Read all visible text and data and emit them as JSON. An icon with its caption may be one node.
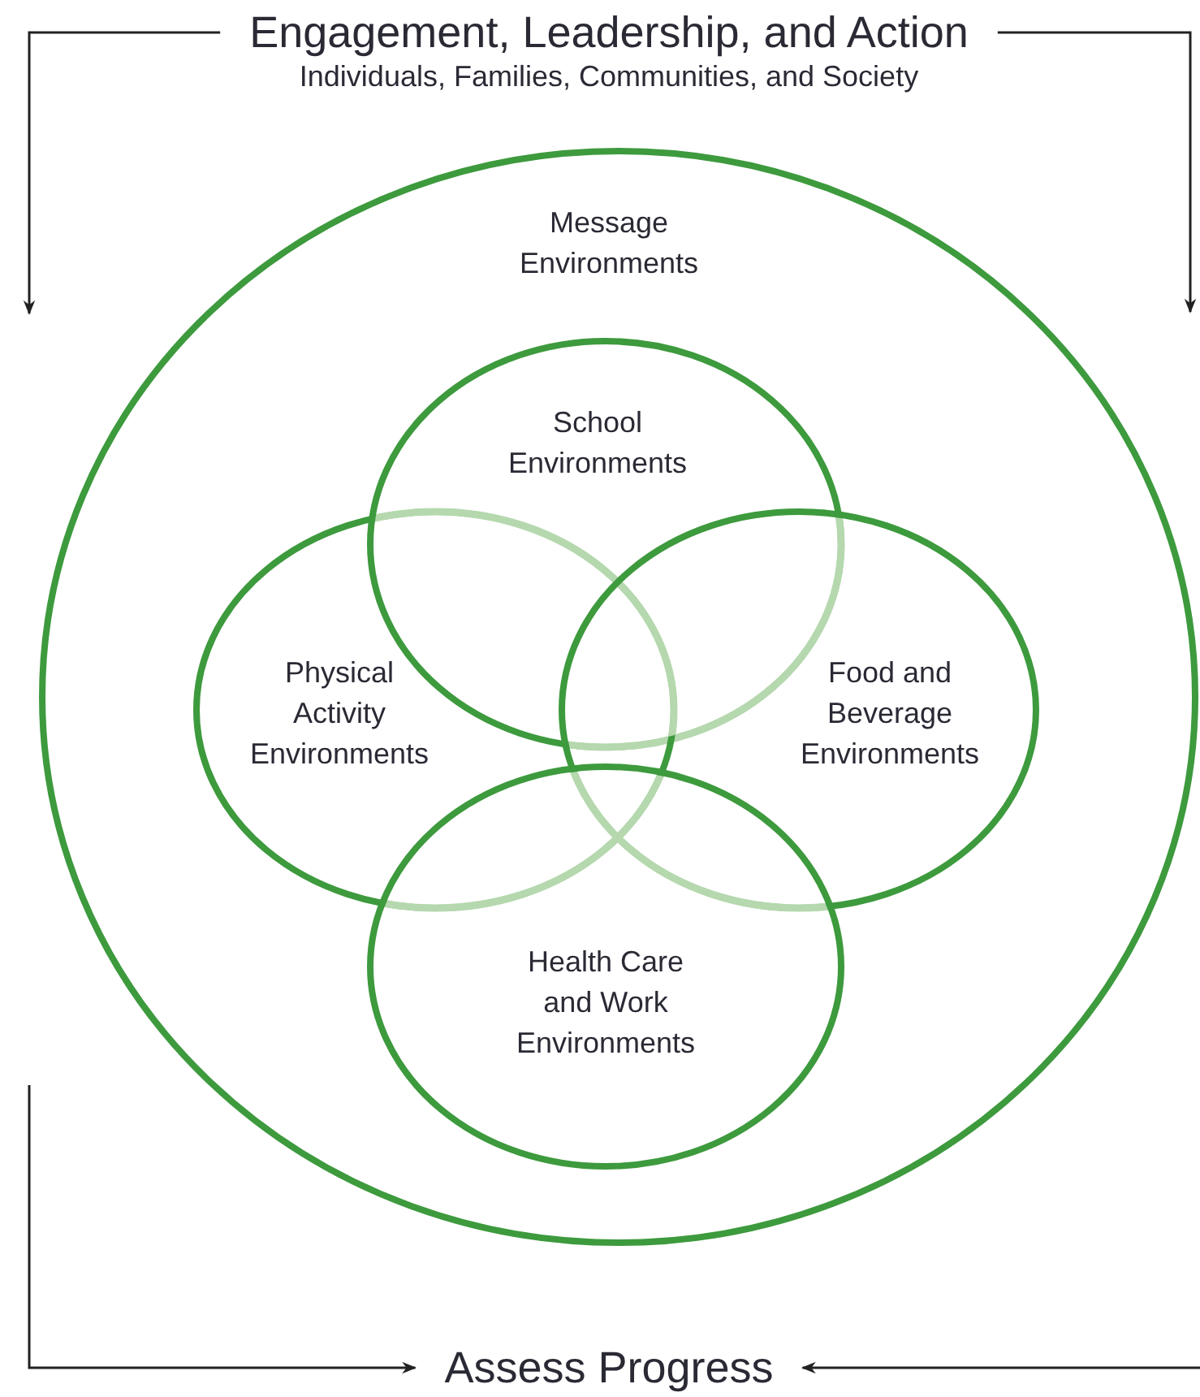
{
  "diagram": {
    "nodes": [
      {
        "text": [
          "Engagement, Leadership, and Action",
          "Individuals, Families, Communities, and Society"
        ]
      },
      {
        "text": [
          "Assess Progress"
        ]
      },
      {
        "text": [
          "Message Environments"
        ]
      },
      {
        "text": [
          "School Environments"
        ],
        "in": 2
      },
      {
        "text": [
          "Physical Activity Environments"
        ],
        "in": 2
      },
      {
        "text": [
          "Food and Beverage Environments"
        ],
        "in": 2
      },
      {
        "text": [
          "Health Care and Work Environments"
        ],
        "in": 2
      }
    ],
    "edges": [
      {
        "from": 0,
        "to": null,
        "arrow": "to"
      },
      {
        "from": 0,
        "to": null,
        "arrow": "to"
      },
      {
        "from": null,
        "to": 1,
        "arrow": "to"
      },
      {
        "from": null,
        "to": 1,
        "arrow": "to"
      }
    ]
  }
}
